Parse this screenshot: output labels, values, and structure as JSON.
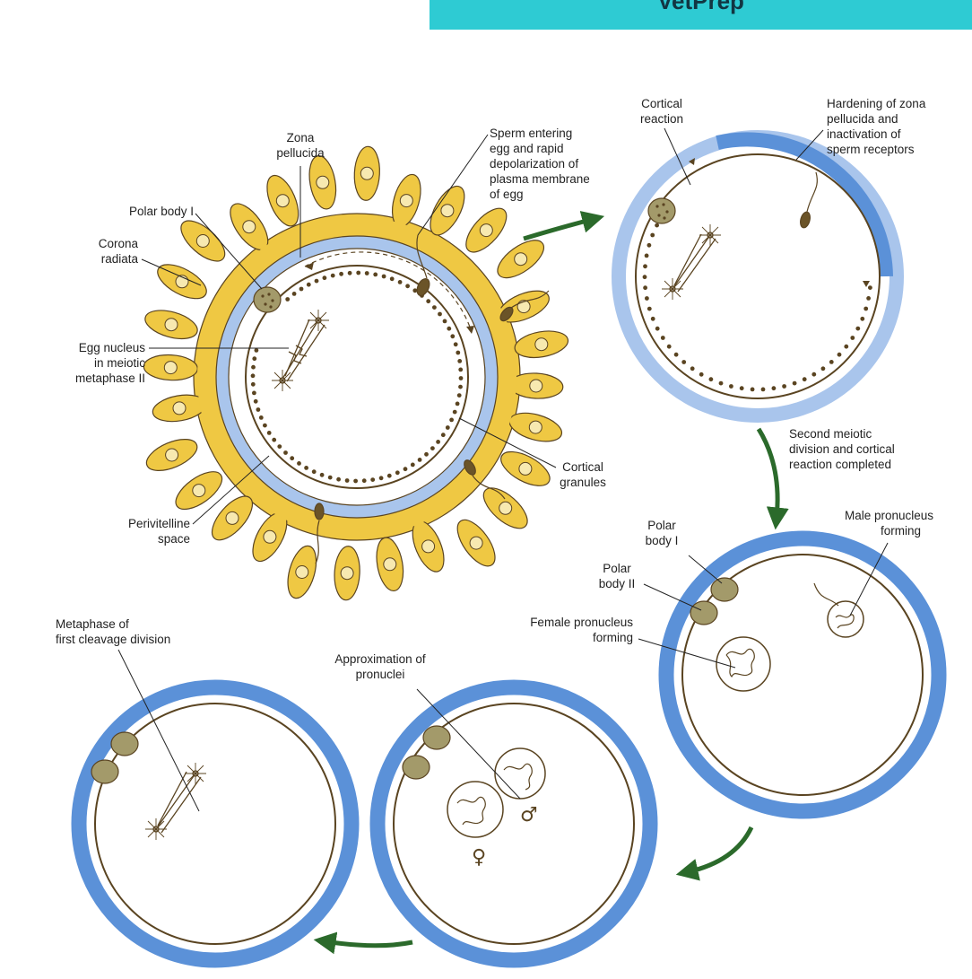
{
  "banner": {
    "text": "VetPrep"
  },
  "labels": {
    "zona_pellucida": [
      "Zona",
      "pellucida"
    ],
    "polar_body_1": [
      "Polar body I"
    ],
    "corona_radiata": [
      "Corona",
      "radiata"
    ],
    "egg_nucleus": [
      "Egg nucleus",
      "in meiotic",
      "metaphase II"
    ],
    "perivitelline": [
      "Perivitelline",
      "space"
    ],
    "sperm_entering": [
      "Sperm entering",
      "egg and rapid",
      "depolarization of",
      "plasma membrane",
      "of egg"
    ],
    "cortical_granules": [
      "Cortical",
      "granules"
    ],
    "cortical_reaction": [
      "Cortical",
      "reaction"
    ],
    "hardening": [
      "Hardening of zona",
      "pellucida and",
      "inactivation of",
      "sperm receptors"
    ],
    "second_meiotic": [
      "Second meiotic",
      "division and cortical",
      "reaction completed"
    ],
    "polar_body_i_b": [
      "Polar",
      "body I"
    ],
    "polar_body_ii": [
      "Polar",
      "body II"
    ],
    "male_pronucleus": [
      "Male pronucleus",
      "forming"
    ],
    "female_pronucleus": [
      "Female pronucleus",
      "forming"
    ],
    "approximation": [
      "Approximation of",
      "pronuclei"
    ],
    "metaphase_first": [
      "Metaphase of",
      "first cleavage division"
    ]
  },
  "symbols": {
    "male": "♂",
    "female": "♀"
  },
  "colors": {
    "corona": "#efc843",
    "zona_light": "#a9c5ec",
    "zona_dark": "#5b91d8",
    "membrane": "#5a4421",
    "arrow": "#2b6a2b",
    "banner": "#2ecbd3"
  }
}
